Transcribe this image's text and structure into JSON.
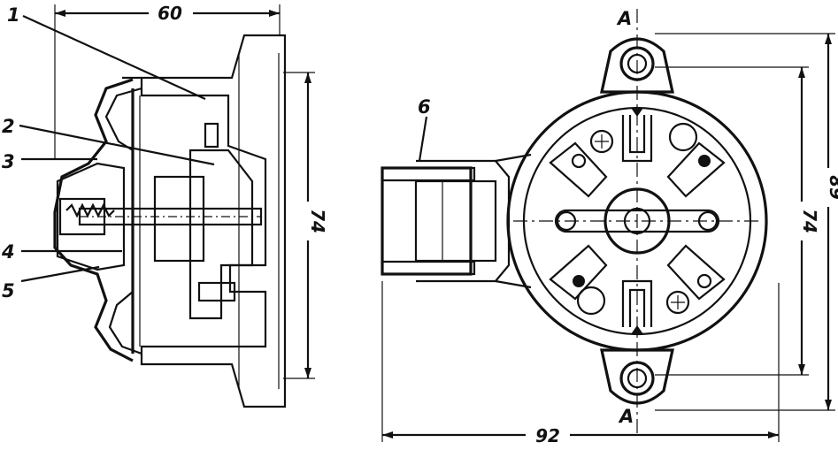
{
  "part_labels": [
    "1",
    "2",
    "3",
    "4",
    "5",
    "6"
  ],
  "section_marks": {
    "top": "A",
    "bottom": "A"
  },
  "dimensions": {
    "width_side": "60",
    "height_side": "74",
    "height_front": "74",
    "height_front_total": "89",
    "width_total": "92"
  },
  "colors": {
    "ink": "#111111",
    "paper": "#ffffff"
  }
}
